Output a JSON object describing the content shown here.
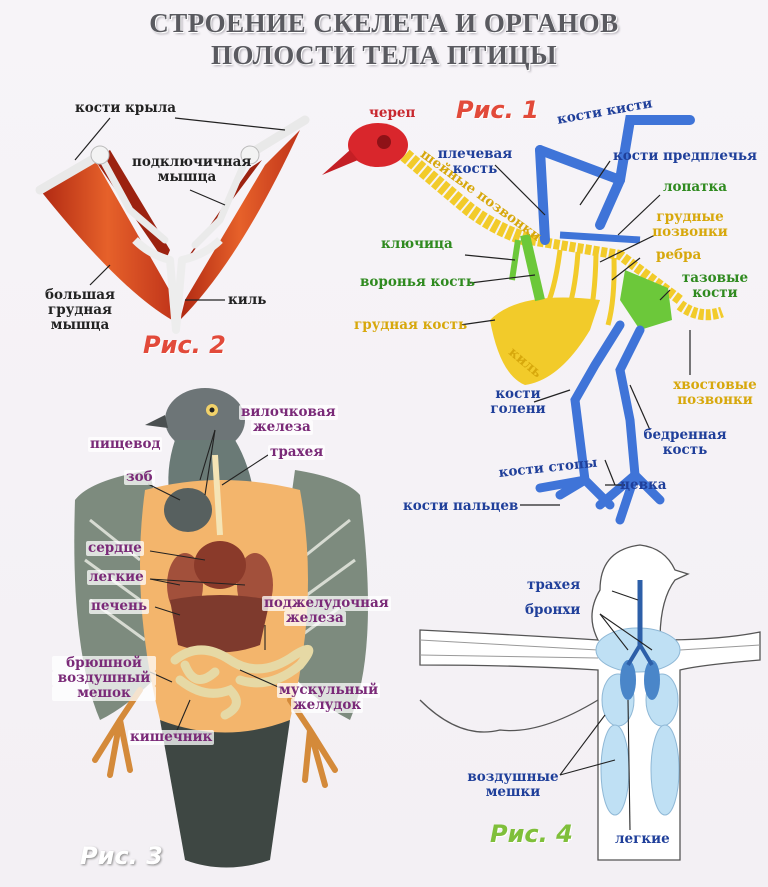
{
  "title": {
    "line1": "СТРОЕНИЕ СКЕЛЕТА И ОРГАНОВ",
    "line2": "ПОЛОСТИ ТЕЛА ПТИЦЫ"
  },
  "fig1": {
    "label": "Рис. 1",
    "skull": "череп",
    "neck_vertebrae": "шейные позвонки",
    "humerus_l1": "плечевая",
    "humerus_l2": "кость",
    "hand_bones": "кости кисти",
    "forearm_bones": "кости предплечья",
    "scapula": "лопатка",
    "thoracic_l1": "грудные",
    "thoracic_l2": "позвонки",
    "ribs": "ребра",
    "clavicle": "ключица",
    "coracoid": "воронья кость",
    "pelvic_l1": "тазовые",
    "pelvic_l2": "кости",
    "sternum": "грудная кость",
    "keel": "киль",
    "tail_l1": "хвостовые",
    "tail_l2": "позвонки",
    "shin_l1": "кости",
    "shin_l2": "голени",
    "femur_l1": "бедренная",
    "femur_l2": "кость",
    "foot_bones": "кости стопы",
    "tarsus": "цевка",
    "toe_bones": "кости пальцев"
  },
  "fig2": {
    "label": "Рис. 2",
    "wing_bones": "кости крыла",
    "subclavian_l1": "подключичная",
    "subclavian_l2": "мышца",
    "pectoral_l1": "большая",
    "pectoral_l2": "грудная",
    "pectoral_l3": "мышца",
    "keel": "киль"
  },
  "fig3": {
    "label": "Рис. 3",
    "thymus_l1": "вилочковая",
    "thymus_l2": "железа",
    "esophagus": "пищевод",
    "trachea": "трахея",
    "crop": "зоб",
    "heart": "сердце",
    "lungs": "легкие",
    "liver": "печень",
    "pancreas_l1": "поджелудочная",
    "pancreas_l2": "железа",
    "abd_sac_l1": "брюшной",
    "abd_sac_l2": "воздушный",
    "abd_sac_l3": "мешок",
    "gizzard_l1": "мускульный",
    "gizzard_l2": "желудок",
    "intestine": "кишечник"
  },
  "fig4": {
    "label": "Рис. 4",
    "trachea": "трахея",
    "bronchi": "бронхи",
    "air_sacs_l1": "воздушные",
    "air_sacs_l2": "мешки",
    "lungs": "легкие"
  },
  "colors": {
    "skull": "#d9262c",
    "spine": "#f2cb2a",
    "limbs": "#3f74d8",
    "girdle": "#6cc83a",
    "muscle": "#d9411e",
    "sac": "#bfe0f4"
  }
}
